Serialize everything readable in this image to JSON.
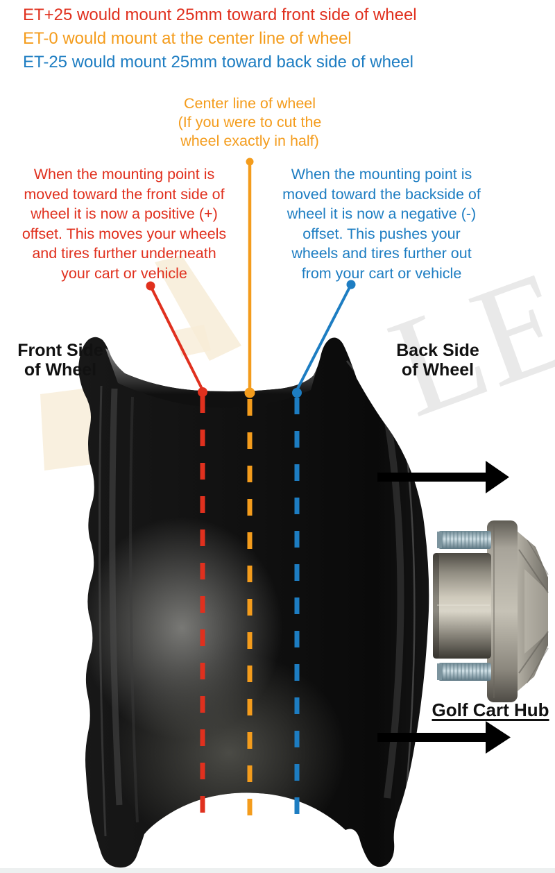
{
  "colors": {
    "red": "#e0301e",
    "orange": "#f49c1c",
    "blue": "#1d7dc2",
    "text_black": "#111111",
    "arrow_black": "#000000",
    "wheel_black": "#111111",
    "watermark_gray": "#e9e9e9",
    "watermark_beige": "#f7ecd7",
    "bottom_strip": "#edf0f0"
  },
  "header": {
    "line1": "ET+25 would mount 25mm toward front side of wheel",
    "line2": "ET-0 would mount at the center line of wheel",
    "line3": "ET-25 would mount 25mm toward back side of wheel"
  },
  "center_note": {
    "line1": "Center line of wheel",
    "line2": "(If you were to cut the",
    "line3": "wheel exactly in half)"
  },
  "positive_note": {
    "line1": "When the mounting point is",
    "line2": "moved toward the front side of",
    "line3": "wheel it is now a positive (+)",
    "line4": "offset. This moves your wheels",
    "line5": "and tires further underneath",
    "line6": "your cart or vehicle"
  },
  "negative_note": {
    "line1": "When the mounting point is",
    "line2": "moved toward the backside of",
    "line3": "wheel it is now a negative (-)",
    "line4": "offset. This pushes your",
    "line5": "wheels and tires further out",
    "line6": "from your cart or vehicle"
  },
  "labels": {
    "front_side_line1": "Front Side",
    "front_side_line2": "of Wheel",
    "back_side_line1": "Back Side",
    "back_side_line2": "of Wheel",
    "hub": "Golf Cart Hub"
  },
  "watermark": {
    "text": "LE"
  },
  "icons": {
    "top_arrow": "right-arrow",
    "bottom_arrow": "right-arrow",
    "leader_dots": "circle-dot",
    "dashed_lines": "vertical-dashed-line"
  }
}
